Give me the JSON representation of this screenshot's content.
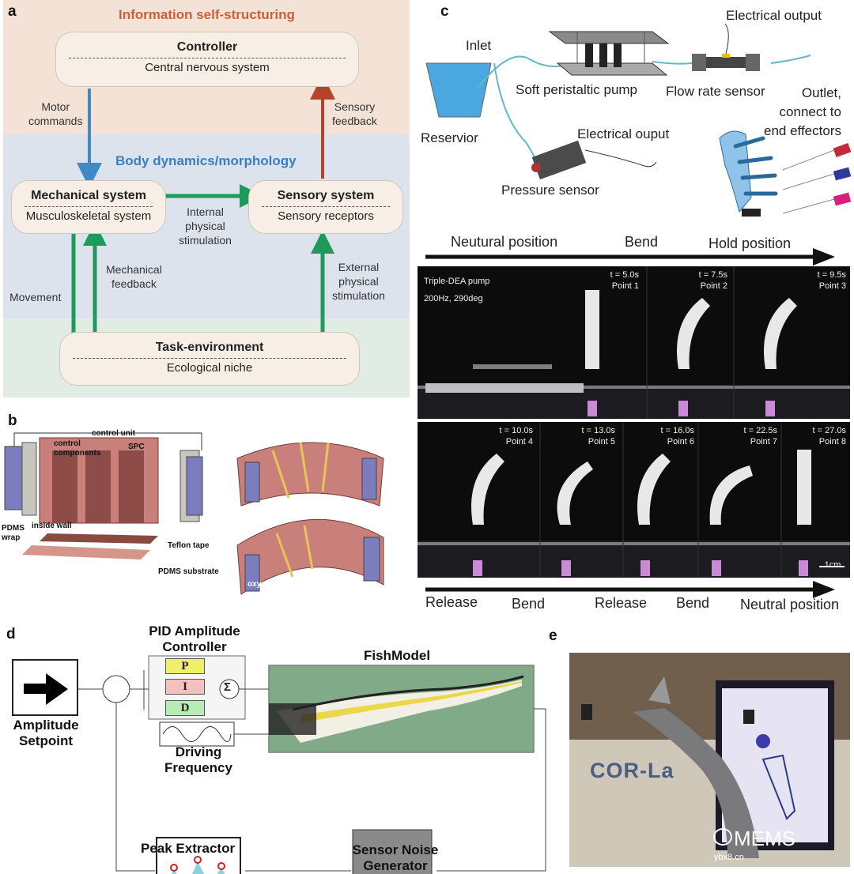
{
  "panel_labels": {
    "a": "a",
    "b": "b",
    "c": "c",
    "d": "d",
    "e": "e"
  },
  "panel_a": {
    "top_band_title": "Information self-structuring",
    "mid_band_title": "Body dynamics/morphology",
    "controller": {
      "title": "Controller",
      "subtitle": "Central nervous system"
    },
    "mechanical": {
      "title": "Mechanical system",
      "subtitle": "Musculoskeletal system"
    },
    "sensory": {
      "title": "Sensory system",
      "subtitle": "Sensory receptors"
    },
    "task": {
      "title": "Task-environment",
      "subtitle": "Ecological niche"
    },
    "motor_commands": [
      "Motor",
      "commands"
    ],
    "sensory_feedback": [
      "Sensory",
      "feedback"
    ],
    "internal_stim": [
      "Internal",
      "physical",
      "stimulation"
    ],
    "mechanical_feedback": [
      "Mechanical",
      "feedback"
    ],
    "movement": "Movement",
    "external_stim": [
      "External",
      "physical",
      "stimulation"
    ],
    "colors": {
      "top_band": "#f4e2d6",
      "mid_band": "#dde3ec",
      "bottom_band": "#e1ece4",
      "title_orange": "#c8603d",
      "title_blue": "#3a7fbf",
      "arrow_blue": "#3d8bc7",
      "arrow_red": "#b5432c",
      "arrow_green": "#1e9a5a"
    }
  },
  "panel_b": {
    "control_unit": "control unit",
    "control_components": [
      "control",
      "components"
    ],
    "spc": "SPC",
    "pdms_wrap": [
      "PDMS",
      "wrap"
    ],
    "inside_wall": "inside wall",
    "teflon_tape": "Teflon tape",
    "pdms_substrate": "PDMS substrate",
    "oxygen": "oxygen"
  },
  "panel_c": {
    "inlet": "Inlet",
    "electrical_output": "Electrical output",
    "soft_pump": "Soft peristaltic pump",
    "flow_sensor": "Flow rate sensor",
    "outlet": [
      "Outlet,",
      "connect to",
      "end effectors"
    ],
    "reservoir": "Reservior",
    "electrical_ouput": "Electrical ouput",
    "pressure_sensor": "Pressure sensor",
    "top_arrow_labels": [
      "Neutural position",
      "Bend",
      "Hold position"
    ],
    "photo1_caption": [
      "Triple-DEA pump",
      "200Hz, 290deg"
    ],
    "top_frames": [
      {
        "t": "t = 5.0s",
        "p": "Point 1"
      },
      {
        "t": "t = 7.5s",
        "p": "Point 2"
      },
      {
        "t": "t = 9.5s",
        "p": "Point 3"
      }
    ],
    "bottom_frames": [
      {
        "t": "t = 10.0s",
        "p": "Point 4"
      },
      {
        "t": "t = 13.0s",
        "p": "Point 5"
      },
      {
        "t": "t = 16.0s",
        "p": "Point 6"
      },
      {
        "t": "t = 22.5s",
        "p": "Point 7"
      },
      {
        "t": "t = 27.0s",
        "p": "Point 8"
      }
    ],
    "scale_bar": "1cm",
    "bottom_arrow_labels": [
      "Release",
      "Bend",
      "Release",
      "Bend",
      "Neutral position"
    ]
  },
  "panel_d": {
    "pid": [
      "PID Amplitude",
      "Controller"
    ],
    "fish_model": "FishModel",
    "amplitude": [
      "Amplitude",
      "Setpoint"
    ],
    "driving": [
      "Driving",
      "Frequency"
    ],
    "peak": "Peak Extractor",
    "noise": [
      "Sensor Noise",
      "Generator"
    ],
    "p": "P",
    "i": "I",
    "d": "D",
    "sum": "Σ"
  },
  "panel_e": {
    "wall_text": "COR-La",
    "watermark": "MEMS",
    "watermark_url": "ybx8.cn"
  }
}
